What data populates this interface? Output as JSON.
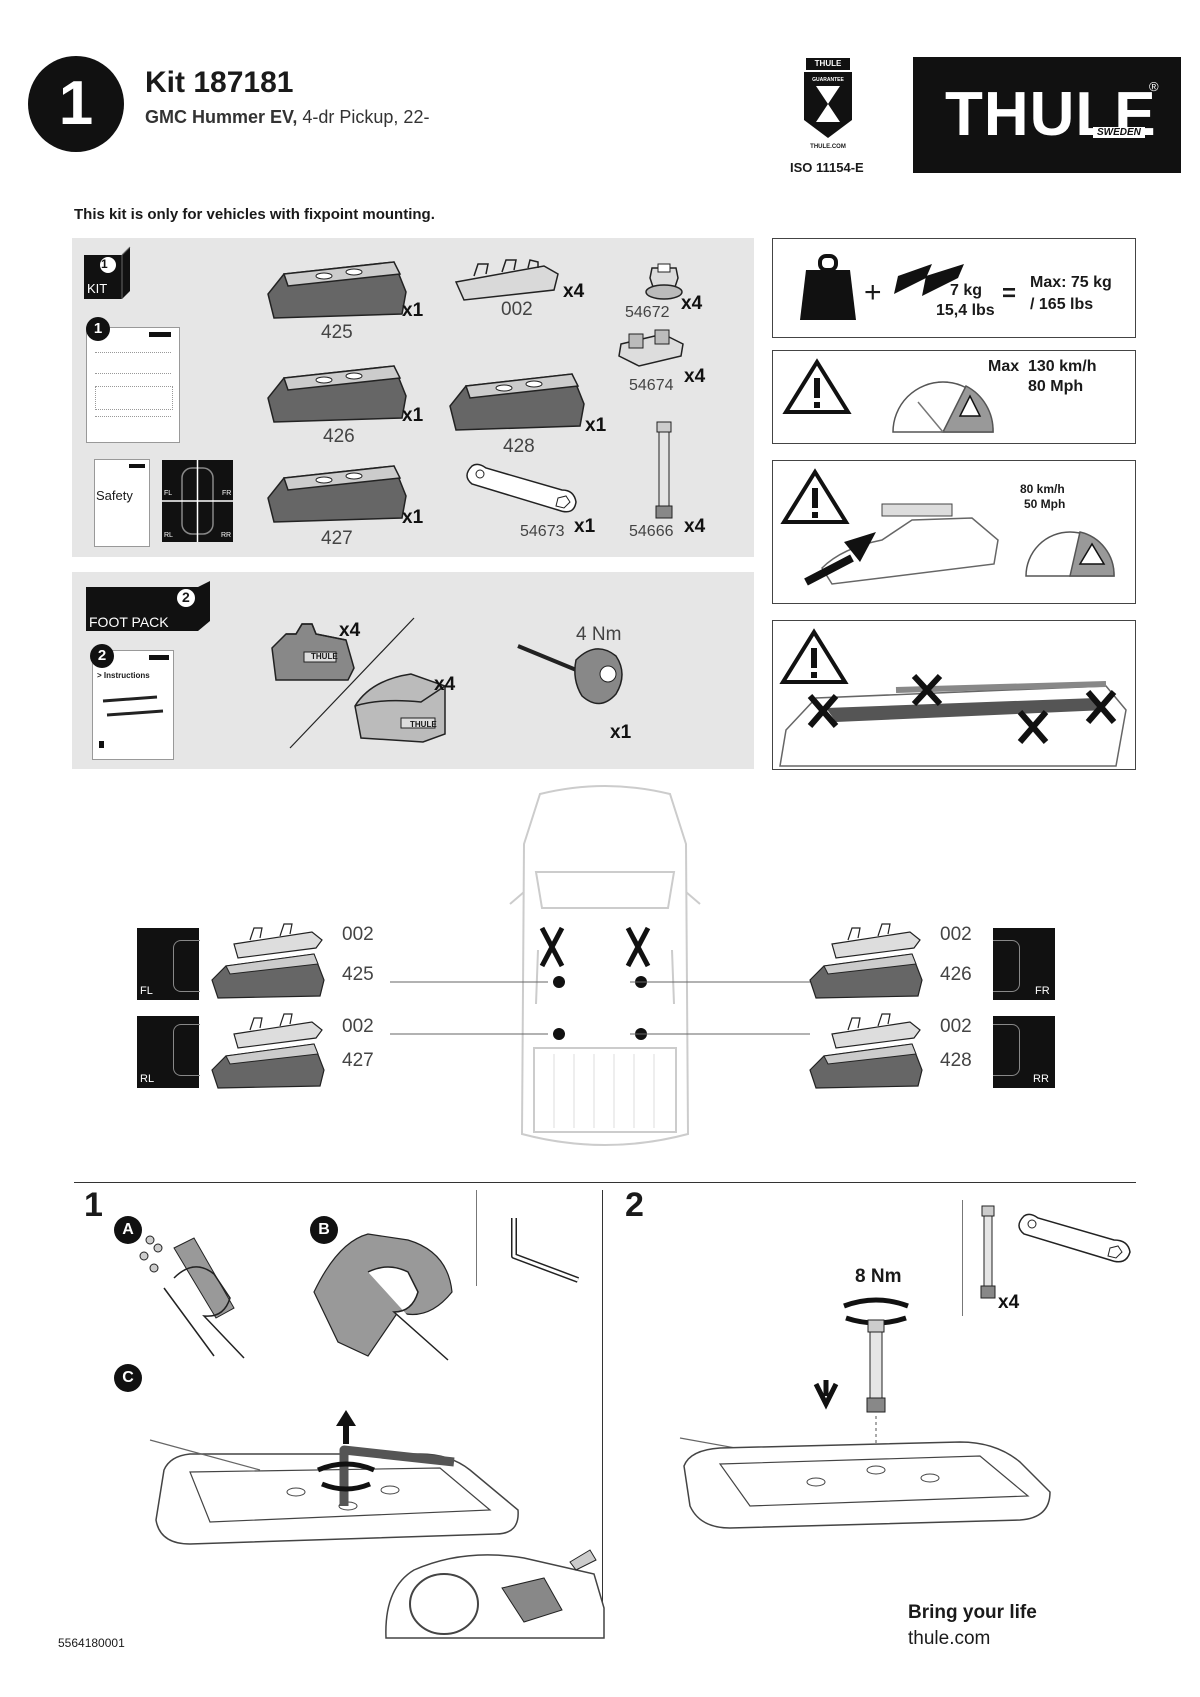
{
  "header": {
    "step_number": "1",
    "kit_title": "Kit 187181",
    "vehicle_model": "GMC Hummer EV,",
    "vehicle_spec": " 4-dr Pickup, 22-",
    "guarantee_brand": "THULE",
    "guarantee_label": "GUARANTEE",
    "guarantee_url": "THULE.COM",
    "iso": "ISO 11154-E",
    "logo_text": "THULE",
    "logo_sub": "SWEDEN",
    "logo_reg": "®"
  },
  "notice": "This kit is only for vehicles with fixpoint mounting.",
  "kit_panel": {
    "box_number": "1",
    "box_label": "KIT",
    "booklet_number": "1",
    "safety_label": "Safety",
    "positions": [
      "FL",
      "FR",
      "RL",
      "RR"
    ],
    "parts": [
      {
        "code": "425",
        "qty": "x1"
      },
      {
        "code": "426",
        "qty": "x1"
      },
      {
        "code": "427",
        "qty": "x1"
      },
      {
        "code": "002",
        "qty": "x4"
      },
      {
        "code": "428",
        "qty": "x1"
      },
      {
        "code": "54673",
        "qty": "x1"
      },
      {
        "code": "54672",
        "qty": "x4"
      },
      {
        "code": "54674",
        "qty": "x4"
      },
      {
        "code": "54666",
        "qty": "x4"
      }
    ]
  },
  "foot_panel": {
    "box_number": "2",
    "box_label": "FOOT PACK",
    "booklet_number": "2",
    "instructions_label": "> Instructions",
    "foot_qty_1": "x4",
    "foot_qty_2": "x4",
    "foot_brand": "THULE",
    "torque": "4 Nm",
    "tool_qty": "x1"
  },
  "load_box": {
    "weight": "7 kg",
    "weight_lbs": "15,4 lbs",
    "equals": "=",
    "plus": "+",
    "max": "Max: 75 kg",
    "max_lbs": "/ 165 lbs"
  },
  "speed_box": {
    "max_label": "Max",
    "kmh": "130 km/h",
    "mph": "80 Mph"
  },
  "wind_box": {
    "kmh": "80 km/h",
    "mph": "50 Mph"
  },
  "mounting": {
    "left": [
      {
        "pos": "FL",
        "top": "002",
        "bottom": "425"
      },
      {
        "pos": "RL",
        "top": "002",
        "bottom": "427"
      }
    ],
    "right": [
      {
        "pos": "FR",
        "top": "002",
        "bottom": "426"
      },
      {
        "pos": "RR",
        "top": "002",
        "bottom": "428"
      }
    ]
  },
  "steps": {
    "step1": "1",
    "step2": "2",
    "sub_a": "A",
    "sub_b": "B",
    "sub_c": "C",
    "torque": "8 Nm",
    "qty": "x4"
  },
  "footer": {
    "doc_number": "5564180001",
    "slogan": "Bring your life",
    "url": "thule.com"
  }
}
